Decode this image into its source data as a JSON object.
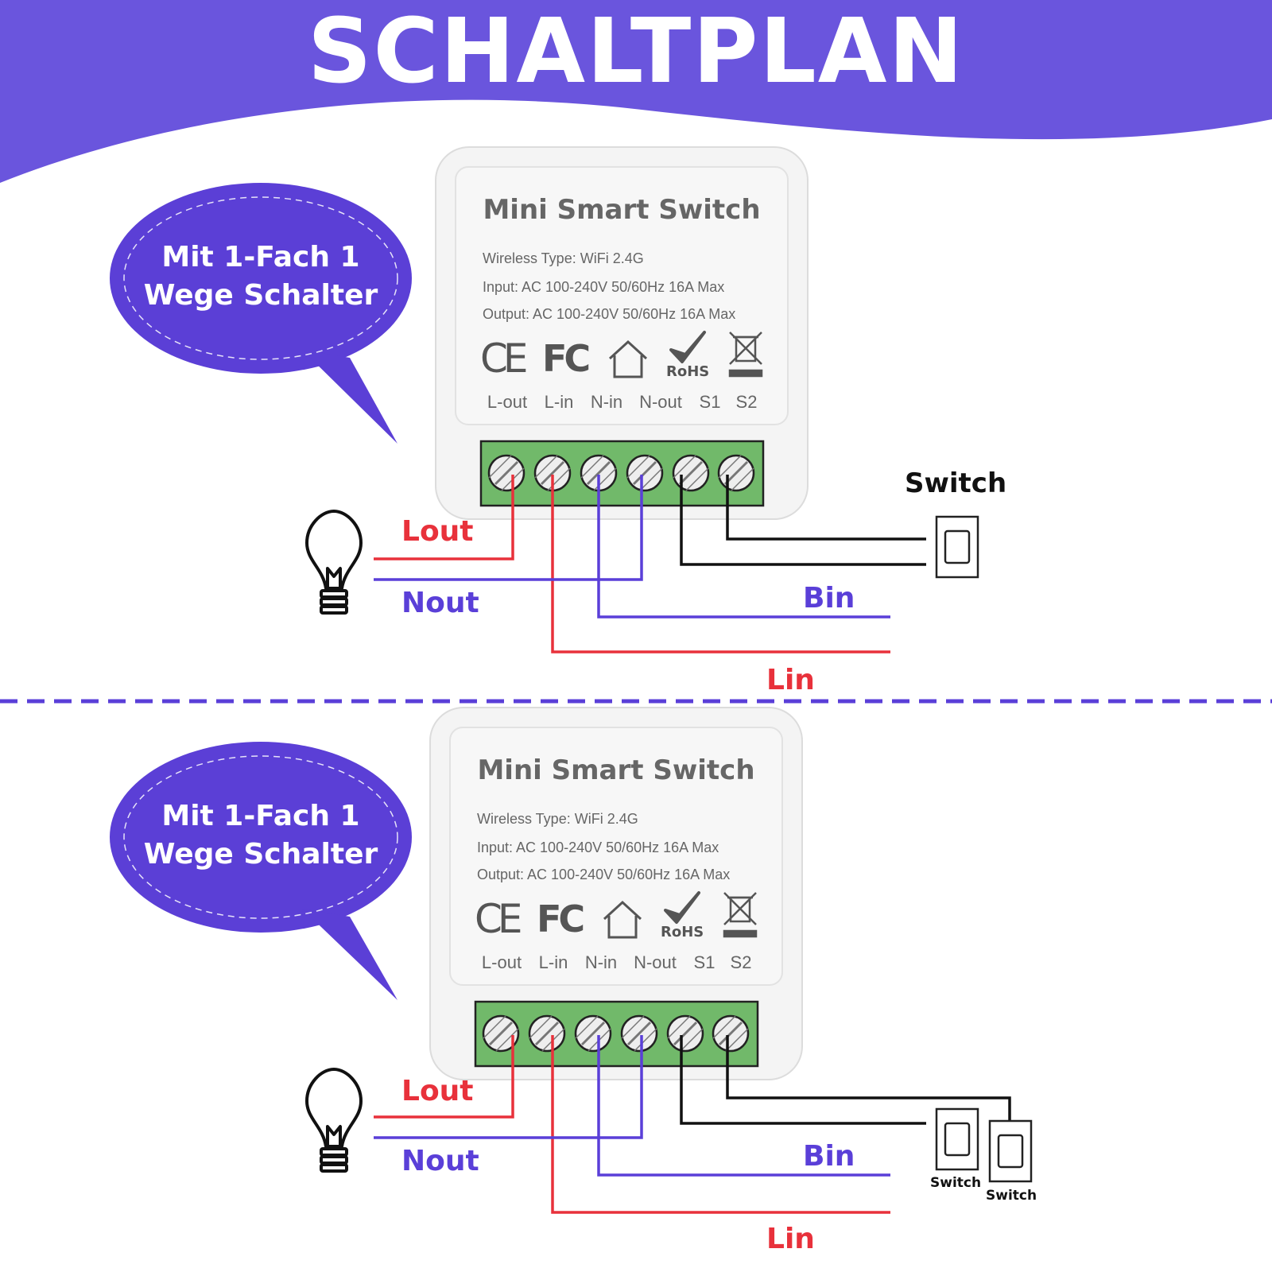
{
  "title": "SCHALTPLAN",
  "colors": {
    "purple": "#6a55dd",
    "bubble": "#5b3fd6",
    "red": "#e8313b",
    "blue": "#5a3fd8",
    "terminal_green": "#71b96a"
  },
  "icons": [
    "lightbulb-icon",
    "ce-mark-icon",
    "fcc-mark-icon",
    "house-icon",
    "rohs-check-icon",
    "weee-bin-icon",
    "wall-switch-icon"
  ],
  "panels": [
    {
      "bubble_line1": "Mit 1-Fach 1",
      "bubble_line2": "Wege Schalter",
      "device_title": "Mini Smart Switch",
      "spec_wireless": "Wireless Type: WiFi 2.4G",
      "spec_input": "Input: AC 100-240V 50/60Hz 16A Max",
      "spec_output": "Output: AC 100-240V 50/60Hz 16A Max",
      "ce": "CE",
      "fc": "FC",
      "rohs": "RoHS",
      "terminals": [
        "L-out",
        "L-in",
        "N-in",
        "N-out",
        "S1",
        "S2"
      ],
      "wire_lout": "Lout",
      "wire_nout": "Nout",
      "wire_bin": "Bin",
      "wire_lin": "Lin",
      "switch_label": "Switch"
    },
    {
      "bubble_line1": "Mit 1-Fach 1",
      "bubble_line2": "Wege Schalter",
      "device_title": "Mini Smart Switch",
      "spec_wireless": "Wireless Type: WiFi 2.4G",
      "spec_input": "Input: AC 100-240V 50/60Hz 16A Max",
      "spec_output": "Output: AC 100-240V 50/60Hz 16A Max",
      "ce": "CE",
      "fc": "FC",
      "rohs": "RoHS",
      "terminals": [
        "L-out",
        "L-in",
        "N-in",
        "N-out",
        "S1",
        "S2"
      ],
      "wire_lout": "Lout",
      "wire_nout": "Nout",
      "wire_bin": "Bin",
      "wire_lin": "Lin",
      "switch_label_1": "Switch",
      "switch_label_2": "Switch"
    }
  ]
}
